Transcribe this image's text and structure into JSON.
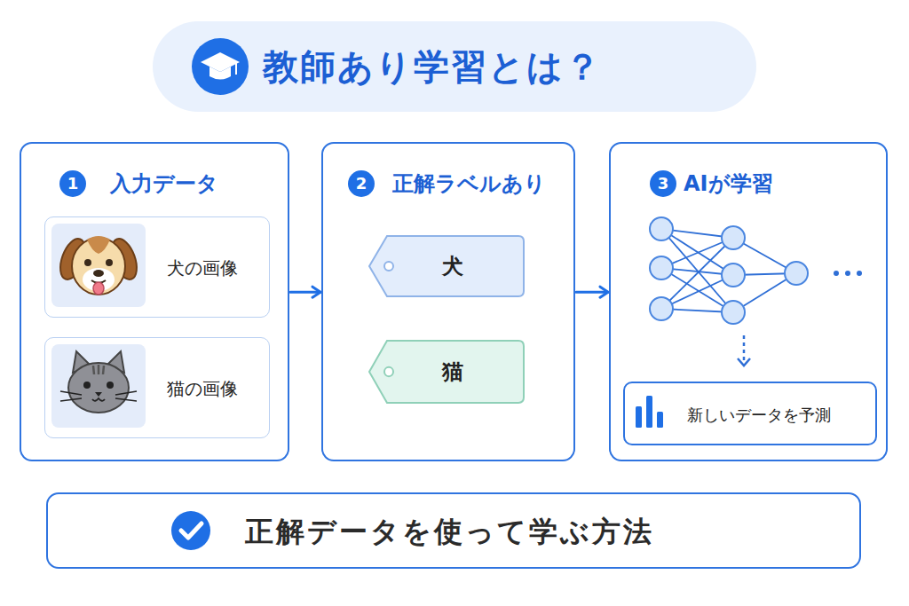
{
  "diagram": {
    "title": "教師あり学習とは？",
    "nodes": [
      {
        "text": [
          "1",
          "入力データ"
        ]
      },
      {
        "text": [
          "犬の画像"
        ],
        "in": 0
      },
      {
        "text": [
          "猫の画像"
        ],
        "in": 0
      },
      {
        "text": [
          "2",
          "正解ラベルあり"
        ]
      },
      {
        "text": [
          "犬"
        ],
        "in": 3
      },
      {
        "text": [
          "猫"
        ],
        "in": 3
      },
      {
        "text": [
          "3",
          "AIが学習"
        ]
      },
      {
        "text": [
          "新しいデータを予測"
        ],
        "in": 6
      },
      {
        "text": [
          "正解データを使って学ぶ方法"
        ]
      }
    ],
    "edges": [
      {
        "from": 0,
        "to": 3,
        "arrow": "to"
      },
      {
        "from": 3,
        "to": 6,
        "arrow": "to"
      }
    ]
  }
}
